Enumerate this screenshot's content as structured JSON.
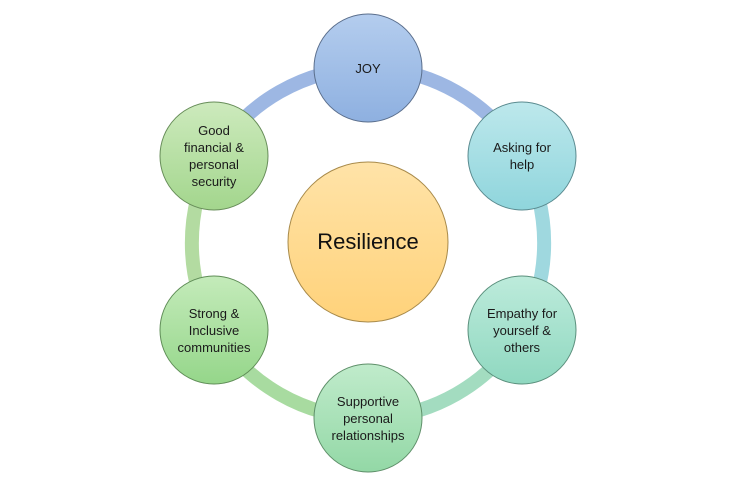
{
  "center": {
    "label": "Resilience",
    "fill": "#ffd27a",
    "fill_light": "#ffe3a8"
  },
  "ring_colors": [
    "#9db7e3",
    "#9fd8df",
    "#a3dcc0",
    "#a8dba0",
    "#b3dba1"
  ],
  "nodes": [
    {
      "id": "joy",
      "label": "JOY",
      "fill": "#8eb0e0",
      "fill_light": "#b4cdee",
      "stroke": "#5a6e8c"
    },
    {
      "id": "asking",
      "label": "Asking for\nhelp",
      "fill": "#8fd5dc",
      "fill_light": "#bde8ec",
      "stroke": "#5a8a8f"
    },
    {
      "id": "empathy",
      "label": "Empathy for\nyourself &\nothers",
      "fill": "#8fd8c0",
      "fill_light": "#bdebdb",
      "stroke": "#5a8f7c"
    },
    {
      "id": "supportive",
      "label": "Supportive\npersonal\nrelationships",
      "fill": "#93d8a6",
      "fill_light": "#c0ebcb",
      "stroke": "#5e8f69"
    },
    {
      "id": "strong",
      "label": "Strong &\nInclusive\ncommunities",
      "fill": "#95d68a",
      "fill_light": "#c4ebba",
      "stroke": "#5f8d57"
    },
    {
      "id": "security",
      "label": "Good\nfinancial &\npersonal\nsecurity",
      "fill": "#a3d68d",
      "fill_light": "#cdeabd",
      "stroke": "#678d59"
    }
  ]
}
